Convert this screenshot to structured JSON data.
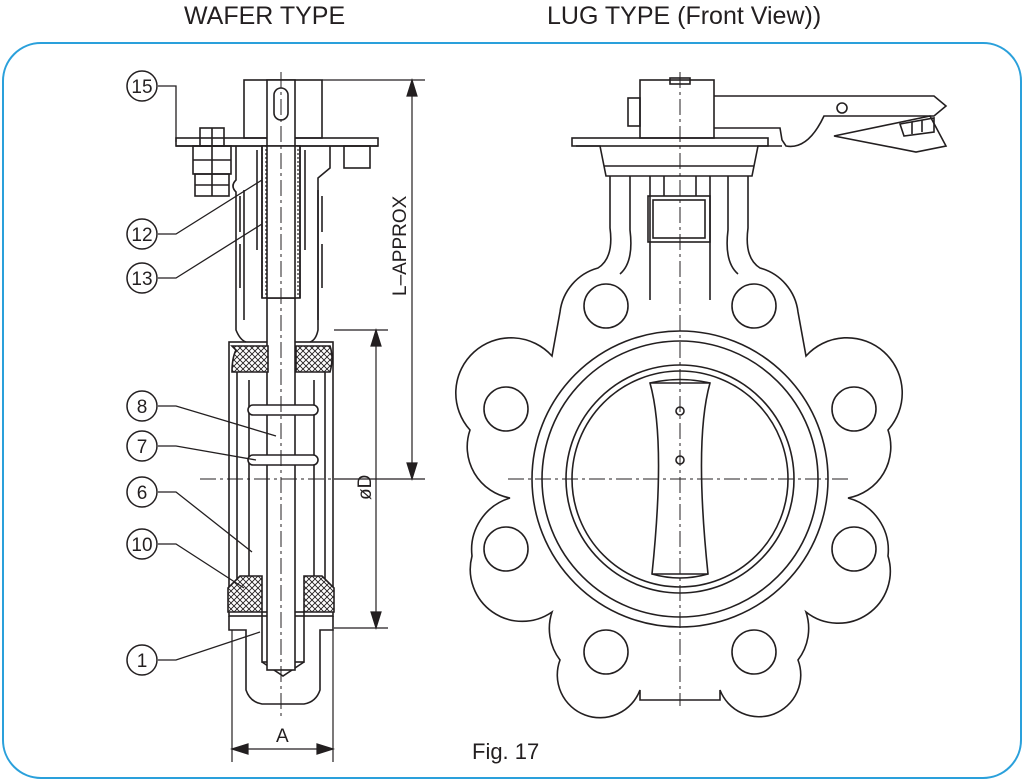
{
  "titles": {
    "wafer": "WAFER TYPE",
    "lug": "LUG TYPE (Front View))"
  },
  "callouts": [
    {
      "number": "15"
    },
    {
      "number": "12"
    },
    {
      "number": "13"
    },
    {
      "number": "8"
    },
    {
      "number": "7"
    },
    {
      "number": "6"
    },
    {
      "number": "10"
    },
    {
      "number": "1"
    }
  ],
  "dimensions": {
    "length": "L–APPROX",
    "diameter": "øD",
    "width": "A"
  },
  "figure_caption": "Fig. 17",
  "colors": {
    "frame": "#2aa0db",
    "ink": "#231f20",
    "hatch": "#231f20"
  }
}
